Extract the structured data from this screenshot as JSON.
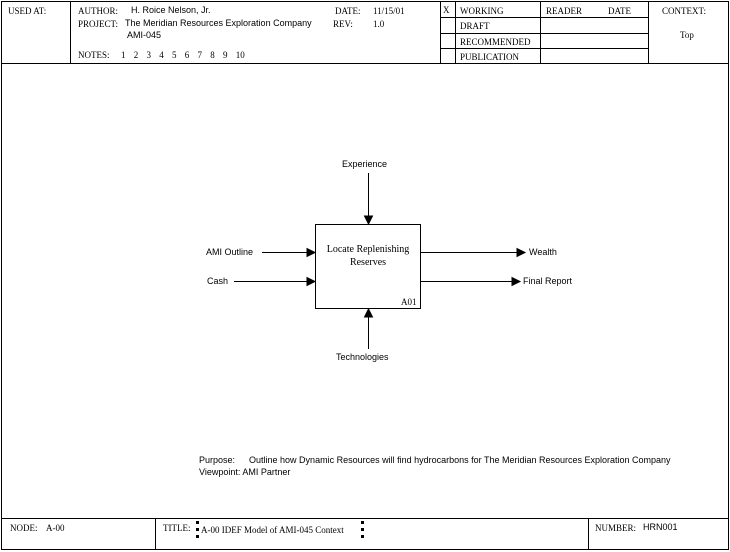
{
  "header": {
    "used_at_label": "USED AT:",
    "author_label": "AUTHOR:",
    "author_value": "H. Roice Nelson, Jr.",
    "date_label": "DATE:",
    "date_value": "11/15/01",
    "project_label": "PROJECT:",
    "project_value": "The Meridian Resources Exploration Company",
    "project_value_line2": "AMI-045",
    "rev_label": "REV:",
    "rev_value": "1.0",
    "notes_label": "NOTES:",
    "notes_values": [
      "1",
      "2",
      "3",
      "4",
      "5",
      "6",
      "7",
      "8",
      "9",
      "10"
    ],
    "status_mark": "X",
    "status_items": [
      "WORKING",
      "DRAFT",
      "RECOMMENDED",
      "PUBLICATION"
    ],
    "reader_label": "READER",
    "reader_date_label": "DATE",
    "context_label": "CONTEXT:",
    "context_value": "Top"
  },
  "diagram": {
    "activity": {
      "label": "Locate Replenishing Reserves",
      "node_id": "A01"
    },
    "control": "Experience",
    "inputs": [
      "AMI Outline",
      "Cash"
    ],
    "outputs": [
      "Wealth",
      "Final Report"
    ],
    "mechanism": "Technologies"
  },
  "purpose": {
    "purpose_label": "Purpose:",
    "purpose_text": "Outline how Dynamic Resources will find hydrocarbons for The Meridian Resources Exploration Company",
    "viewpoint_label": "Viewpoint:",
    "viewpoint_text": "AMI Partner"
  },
  "footer": {
    "node_label": "NODE:",
    "node_value": "A-00",
    "title_label": "TITLE:",
    "title_value": "A-00 IDEF Model of AMI-045 Context",
    "number_label": "NUMBER:",
    "number_value": "HRN001"
  }
}
